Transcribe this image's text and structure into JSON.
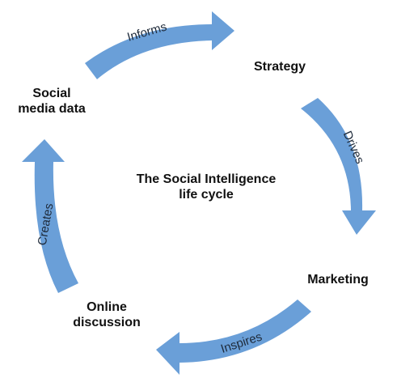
{
  "title": {
    "line1": "The Social Intelligence",
    "line2": "life cycle"
  },
  "nodes": {
    "social_media_data": {
      "line1": "Social",
      "line2": "media data"
    },
    "strategy": {
      "line1": "Strategy"
    },
    "marketing": {
      "line1": "Marketing"
    },
    "online_discussion": {
      "line1": "Online",
      "line2": "discussion"
    }
  },
  "arrows": {
    "informs": "Informs",
    "drives": "Drives",
    "inspires": "Inspires",
    "creates": "Creates"
  },
  "colors": {
    "arrow_fill": "#6a9fd8",
    "text": "#111111"
  }
}
